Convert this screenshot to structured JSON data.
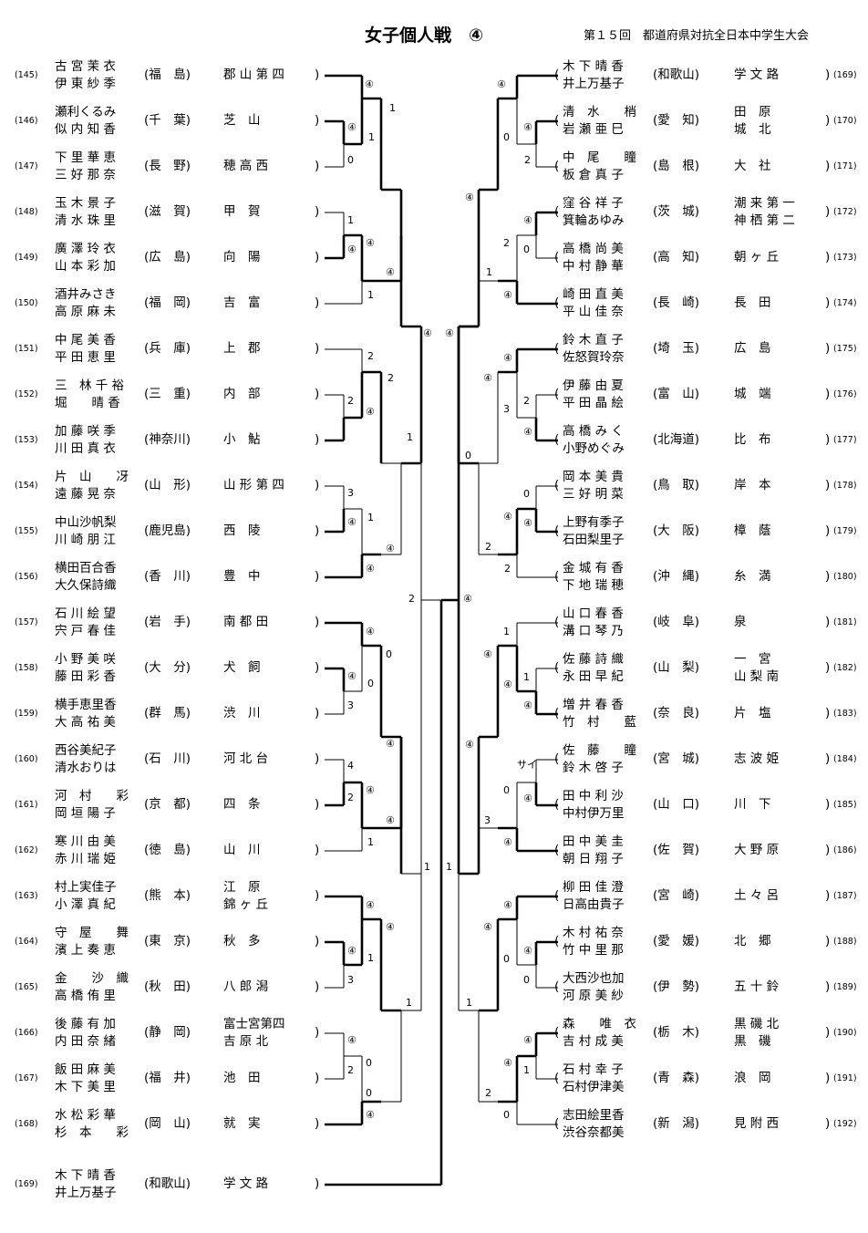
{
  "title": "女子個人戦　④",
  "subtitle": "第１５回　都道府県対抗全日本中学生大会",
  "left": [
    {
      "no": "(145)",
      "n1": "古 宮 茉 衣",
      "n2": "伊 東 紗 季",
      "pref": "(福　島)",
      "school": [
        "郡 山 第 四"
      ]
    },
    {
      "no": "(146)",
      "n1": "瀬利くるみ",
      "n2": "似 内 知 香",
      "pref": "(千　葉)",
      "school": [
        "芝　山"
      ]
    },
    {
      "no": "(147)",
      "n1": "下 里 華 恵",
      "n2": "三 好 那 奈",
      "pref": "(長　野)",
      "school": [
        "穂 高 西"
      ]
    },
    {
      "no": "(148)",
      "n1": "玉 木 景 子",
      "n2": "清 水 珠 里",
      "pref": "(滋　賀)",
      "school": [
        "甲　賀"
      ]
    },
    {
      "no": "(149)",
      "n1": "廣 澤 玲 衣",
      "n2": "山 本 彩 加",
      "pref": "(広　島)",
      "school": [
        "向　陽"
      ]
    },
    {
      "no": "(150)",
      "n1": "酒井みさき",
      "n2": "高 原 麻 未",
      "pref": "(福　岡)",
      "school": [
        "吉　富"
      ]
    },
    {
      "no": "(151)",
      "n1": "中 尾 美 香",
      "n2": "平 田 恵 里",
      "pref": "(兵　庫)",
      "school": [
        "上　郡"
      ]
    },
    {
      "no": "(152)",
      "n1": "三　林 千 裕",
      "n2": "堀　　晴 香",
      "pref": "(三　重)",
      "school": [
        "内　部"
      ]
    },
    {
      "no": "(153)",
      "n1": "加 藤 咲 季",
      "n2": "川 田 真 衣",
      "pref": "(神奈川)",
      "school": [
        "小　鮎"
      ]
    },
    {
      "no": "(154)",
      "n1": "片　山　　冴",
      "n2": "遠 藤 晃 奈",
      "pref": "(山　形)",
      "school": [
        "山 形 第 四"
      ]
    },
    {
      "no": "(155)",
      "n1": "中山沙帆梨",
      "n2": "川 崎 朋 江",
      "pref": "(鹿児島)",
      "school": [
        "西　陵"
      ]
    },
    {
      "no": "(156)",
      "n1": "横田百合香",
      "n2": "大久保詩織",
      "pref": "(香　川)",
      "school": [
        "豊　中"
      ]
    },
    {
      "no": "(157)",
      "n1": "石 川 絵 望",
      "n2": "宍 戸 春 佳",
      "pref": "(岩　手)",
      "school": [
        "南 都 田"
      ]
    },
    {
      "no": "(158)",
      "n1": "小 野 美 咲",
      "n2": "藤 田 彩 香",
      "pref": "(大　分)",
      "school": [
        "犬　飼"
      ]
    },
    {
      "no": "(159)",
      "n1": "横手恵里香",
      "n2": "大 高 祐 美",
      "pref": "(群　馬)",
      "school": [
        "渋　川"
      ]
    },
    {
      "no": "(160)",
      "n1": "西谷美紀子",
      "n2": "清水おりは",
      "pref": "(石　川)",
      "school": [
        "河 北 台"
      ]
    },
    {
      "no": "(161)",
      "n1": "河　村　　彩",
      "n2": "岡 垣 陽 子",
      "pref": "(京　都)",
      "school": [
        "四　条"
      ]
    },
    {
      "no": "(162)",
      "n1": "寒 川 由 美",
      "n2": "赤 川 瑞 姫",
      "pref": "(徳　島)",
      "school": [
        "山　川"
      ]
    },
    {
      "no": "(163)",
      "n1": "村上実佳子",
      "n2": "小 澤 真 紀",
      "pref": "(熊　本)",
      "school": [
        "江　原",
        "錦 ヶ 丘"
      ]
    },
    {
      "no": "(164)",
      "n1": "守　屋　　舞",
      "n2": "濱 上 奏 恵",
      "pref": "(東　京)",
      "school": [
        "秋　多"
      ]
    },
    {
      "no": "(165)",
      "n1": "金　　沙　織",
      "n2": "高 橋 侑 里",
      "pref": "(秋　田)",
      "school": [
        "八 郎 潟"
      ]
    },
    {
      "no": "(166)",
      "n1": "後 藤 有 加",
      "n2": "内 田 奈 緒",
      "pref": "(静　岡)",
      "school": [
        "富士宮第四",
        "吉 原 北"
      ]
    },
    {
      "no": "(167)",
      "n1": "飯 田 麻 美",
      "n2": "木 下 美 里",
      "pref": "(福　井)",
      "school": [
        "池　田"
      ]
    },
    {
      "no": "(168)",
      "n1": "水 松 彩 華",
      "n2": "杉　本　　彩",
      "pref": "(岡　山)",
      "school": [
        "就　実"
      ]
    },
    {
      "no": "(169)",
      "n1": "木 下 晴 香",
      "n2": "井上万基子",
      "pref": "(和歌山)",
      "school": [
        "学 文 路"
      ]
    }
  ],
  "right": [
    {
      "no": "(169)",
      "n1": "木 下 晴 香",
      "n2": "井上万基子",
      "pref": "(和歌山)",
      "school": [
        "学 文 路"
      ]
    },
    {
      "no": "(170)",
      "n1": "清　水　　梢",
      "n2": "岩 瀬 亜 巳",
      "pref": "(愛　知)",
      "school": [
        "田　原",
        "城　北"
      ]
    },
    {
      "no": "(171)",
      "n1": "中　尾　　瞳",
      "n2": "板 倉 真 子",
      "pref": "(島　根)",
      "school": [
        "大　社"
      ]
    },
    {
      "no": "(172)",
      "n1": "窪 谷 祥 子",
      "n2": "箕輪あゆみ",
      "pref": "(茨　城)",
      "school": [
        "潮 来 第 一",
        "神 栖 第 二"
      ]
    },
    {
      "no": "(173)",
      "n1": "高 橋 尚 美",
      "n2": "中 村 静 華",
      "pref": "(高　知)",
      "school": [
        "朝 ヶ 丘"
      ]
    },
    {
      "no": "(174)",
      "n1": "崎 田 直 美",
      "n2": "平 山 佳 奈",
      "pref": "(長　崎)",
      "school": [
        "長　田"
      ]
    },
    {
      "no": "(175)",
      "n1": "鈴 木 直 子",
      "n2": "佐怒賀玲奈",
      "pref": "(埼　玉)",
      "school": [
        "広　島"
      ]
    },
    {
      "no": "(176)",
      "n1": "伊 藤 由 夏",
      "n2": "平 田 晶 絵",
      "pref": "(富　山)",
      "school": [
        "城　端"
      ]
    },
    {
      "no": "(177)",
      "n1": "高 橋 み く",
      "n2": "小野めぐみ",
      "pref": "(北海道)",
      "school": [
        "比　布"
      ]
    },
    {
      "no": "(178)",
      "n1": "岡 本 美 貴",
      "n2": "三 好 明 菜",
      "pref": "(鳥　取)",
      "school": [
        "岸　本"
      ]
    },
    {
      "no": "(179)",
      "n1": "上野有季子",
      "n2": "石田梨里子",
      "pref": "(大　阪)",
      "school": [
        "樟　蔭"
      ]
    },
    {
      "no": "(180)",
      "n1": "金 城 有 香",
      "n2": "下 地 瑞 穂",
      "pref": "(沖　縄)",
      "school": [
        "糸　満"
      ]
    },
    {
      "no": "(181)",
      "n1": "山 口 春 香",
      "n2": "溝 口 琴 乃",
      "pref": "(岐　阜)",
      "school": [
        "泉"
      ]
    },
    {
      "no": "(182)",
      "n1": "佐 藤 詩 織",
      "n2": "永 田 早 紀",
      "pref": "(山　梨)",
      "school": [
        "一　宮",
        "山 梨 南"
      ]
    },
    {
      "no": "(183)",
      "n1": "増 井 春 香",
      "n2": "竹　村　　藍",
      "pref": "(奈　良)",
      "school": [
        "片　塩"
      ]
    },
    {
      "no": "(184)",
      "n1": "佐　藤　　瞳",
      "n2": "鈴 木 啓 子",
      "pref": "(宮　城)",
      "school": [
        "志 波 姫"
      ]
    },
    {
      "no": "(185)",
      "n1": "田 中 利 沙",
      "n2": "中村伊万里",
      "pref": "(山　口)",
      "school": [
        "川　下"
      ]
    },
    {
      "no": "(186)",
      "n1": "田 中 美 圭",
      "n2": "朝 日 翔 子",
      "pref": "(佐　賀)",
      "school": [
        "大 野 原"
      ]
    },
    {
      "no": "(187)",
      "n1": "柳 田 佳 澄",
      "n2": "日高由貴子",
      "pref": "(宮　崎)",
      "school": [
        "土 々 呂"
      ]
    },
    {
      "no": "(188)",
      "n1": "木 村 祐 奈",
      "n2": "竹 中 里 那",
      "pref": "(愛　媛)",
      "school": [
        "北　郷"
      ]
    },
    {
      "no": "(189)",
      "n1": "大西沙也加",
      "n2": "河 原 美 紗",
      "pref": "(伊　勢)",
      "school": [
        "五 十 鈴"
      ]
    },
    {
      "no": "(190)",
      "n1": "森　　唯　衣",
      "n2": "吉 村 成 美",
      "pref": "(栃　木)",
      "school": [
        "黒 磯 北",
        "黒　磯"
      ]
    },
    {
      "no": "(191)",
      "n1": "石 村 幸 子",
      "n2": "石村伊津美",
      "pref": "(青　森)",
      "school": [
        "浪　岡"
      ]
    },
    {
      "no": "(192)",
      "n1": "志田絵里香",
      "n2": "渋谷奈都美",
      "pref": "(新　潟)",
      "school": [
        "見 附 西"
      ]
    }
  ],
  "scores_left": {
    "r1": [
      [
        "④",
        "1"
      ],
      [
        "④",
        "0"
      ],
      [
        "1",
        "④"
      ],
      [
        "2",
        "④"
      ],
      [
        "3",
        "④"
      ],
      [
        "④",
        "0"
      ],
      [
        "④",
        "3"
      ],
      [
        "2",
        "④"
      ],
      [
        "④",
        "3"
      ],
      [
        "④",
        "2"
      ]
    ],
    "r2": [
      [
        "1",
        "④"
      ],
      [
        "2",
        "1"
      ],
      [
        "④",
        "1"
      ],
      [
        "④",
        "1"
      ]
    ],
    "r2b": [
      [
        "1",
        "④"
      ],
      [
        "2",
        "1"
      ]
    ],
    "r3": [
      [
        "④",
        "1"
      ],
      [
        "2",
        "1"
      ]
    ],
    "mid": [
      "④",
      "2",
      "1",
      "1"
    ]
  },
  "scores_right": {
    "mid": [
      "④",
      "④",
      "1"
    ],
    "marks": [
      "④",
      "0",
      "2",
      "④",
      "2",
      "0",
      "1",
      "④",
      "④",
      "3",
      "2",
      "④",
      "0",
      "0",
      "④",
      "2",
      "2",
      "1",
      "④",
      "④",
      "1",
      "④",
      "0",
      "3",
      "④",
      "④",
      "④",
      "0",
      "1",
      "④",
      "④",
      "1",
      "0",
      "2",
      "0",
      "④",
      "サイ"
    ]
  }
}
